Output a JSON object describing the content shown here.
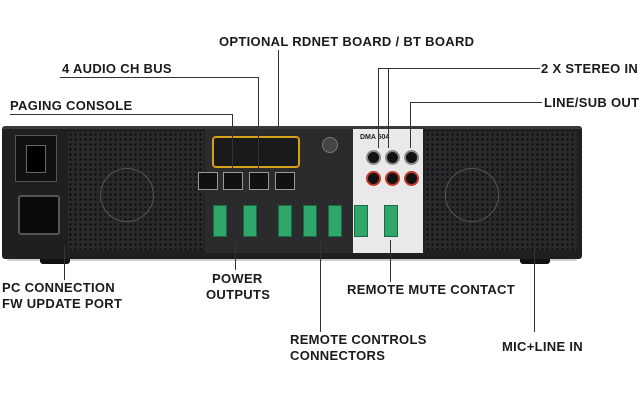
{
  "labels": {
    "optional_board": "OPTIONAL RDNET BOARD / BT BOARD",
    "audio_bus": "4 AUDIO CH BUS",
    "stereo_in": "2 X STEREO IN",
    "paging_console": "PAGING CONSOLE",
    "line_sub_out": "LINE/SUB OUT",
    "pc_connection_1": "PC CONNECTION",
    "pc_connection_2": "FW UPDATE PORT",
    "power_outputs_1": "POWER",
    "power_outputs_2": "OUTPUTS",
    "remote_mute": "REMOTE MUTE CONTACT",
    "remote_controls_1": "REMOTE CONTROLS",
    "remote_controls_2": "CONNECTORS",
    "mic_line_in": "MIC+LINE IN"
  },
  "device": {
    "model": "DMA 504"
  },
  "colors": {
    "chassis": "#1f1f21",
    "highlight": "#d4a017",
    "terminal": "#2fa66a"
  }
}
